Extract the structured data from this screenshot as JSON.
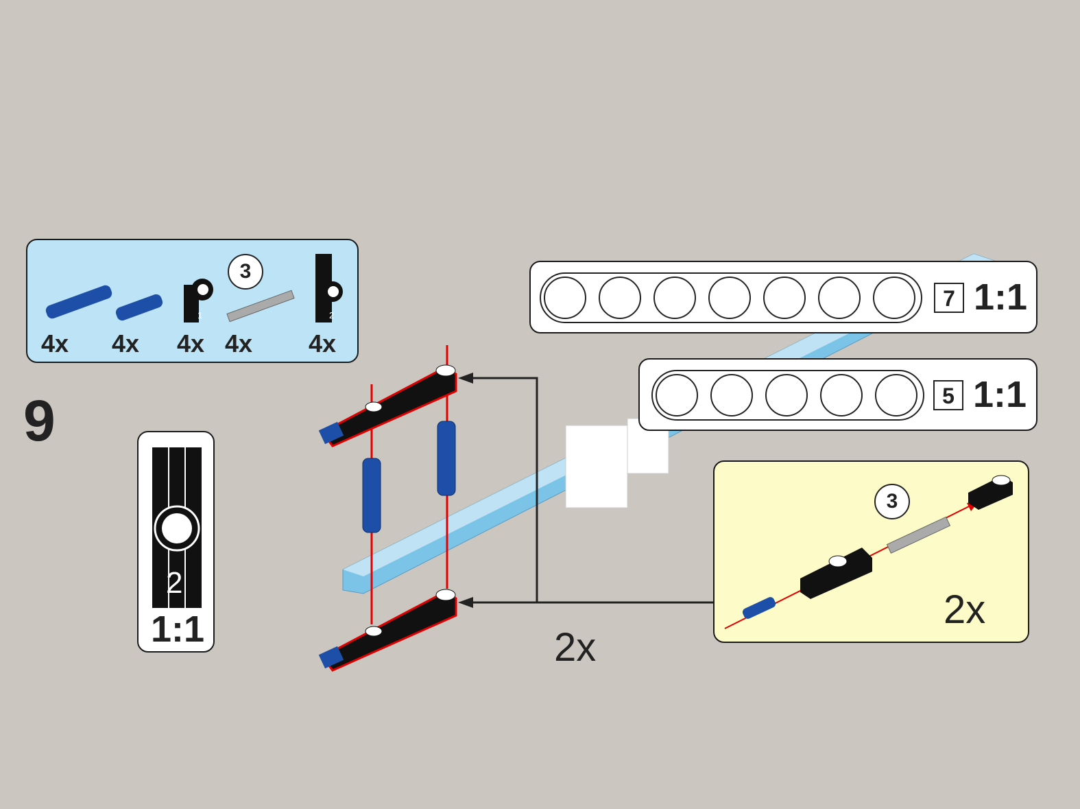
{
  "step_number": "9",
  "parts_list": {
    "items": [
      {
        "icon": "blue-long-pin-icon",
        "quantity": "4x"
      },
      {
        "icon": "blue-pin-icon",
        "quantity": "4x"
      },
      {
        "icon": "black-angle-connector-1-icon",
        "quantity": "4x",
        "marking": "1"
      },
      {
        "icon": "gray-axle-3-icon",
        "quantity": "4x",
        "length_label": "3"
      },
      {
        "icon": "black-angle-connector-2-icon",
        "quantity": "4x",
        "marking": "2"
      }
    ]
  },
  "scale_callouts": {
    "connector": {
      "marking": "2",
      "scale": "1:1"
    },
    "beam7": {
      "length": "7",
      "scale": "1:1"
    },
    "beam5": {
      "length": "5",
      "scale": "1:1"
    }
  },
  "subassembly": {
    "axle_length": "3",
    "multiplier": "2x"
  },
  "main_multiplier": "2x",
  "colors": {
    "background": "#cbc6c0",
    "parts_box": "#bde3f6",
    "subassembly_box": "#fdfbc8",
    "beam": "#7cc3e8",
    "arrow": "#e00000"
  }
}
